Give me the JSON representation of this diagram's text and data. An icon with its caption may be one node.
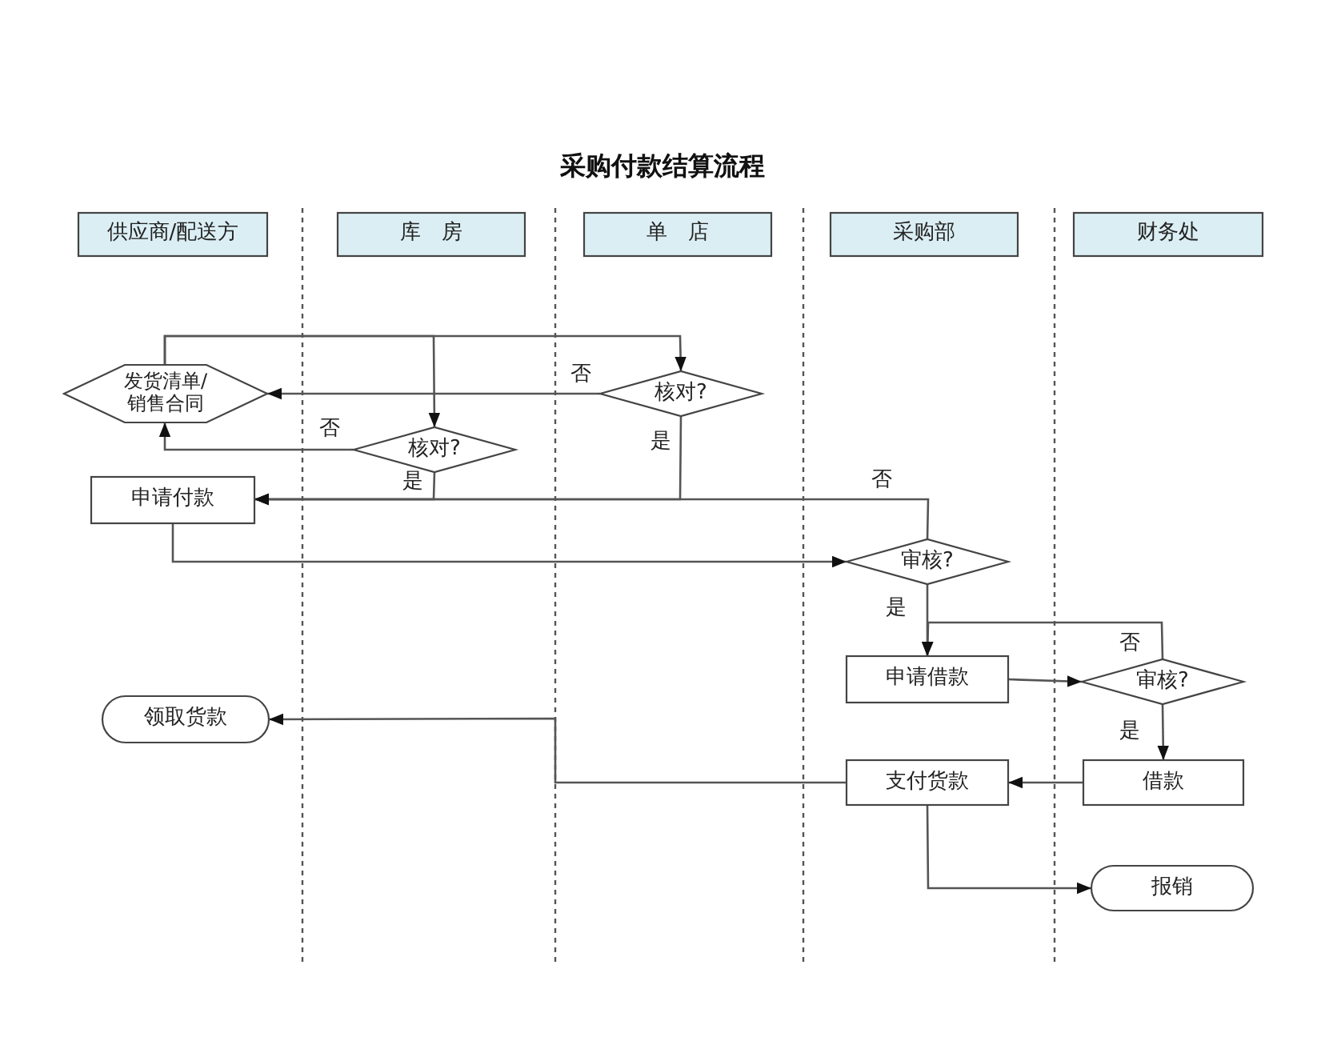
{
  "diagram": {
    "title": "采购付款结算流程",
    "nodes": [
      {
        "text": [
          "供应商/配送方"
        ]
      },
      {
        "text": [
          "库　房"
        ]
      },
      {
        "text": [
          "单　店"
        ]
      },
      {
        "text": [
          "采购部"
        ]
      },
      {
        "text": [
          "财务处"
        ]
      },
      {
        "text": [
          "发货清单/销售合同"
        ]
      },
      {
        "text": [
          "核对?"
        ]
      },
      {
        "text": [
          "核对?"
        ]
      },
      {
        "text": [
          "申请付款"
        ]
      },
      {
        "text": [
          "审核?"
        ]
      },
      {
        "text": [
          "申请借款"
        ]
      },
      {
        "text": [
          "审核?"
        ]
      },
      {
        "text": [
          "借款"
        ]
      },
      {
        "text": [
          "支付货款"
        ]
      },
      {
        "text": [
          "领取货款"
        ]
      },
      {
        "text": [
          "报销"
        ]
      }
    ],
    "edges": [
      {
        "from": 5,
        "to": 6,
        "arrow": "to"
      },
      {
        "from": 5,
        "to": 7,
        "arrow": "to"
      },
      {
        "from": 7,
        "to": 5,
        "arrow": "to",
        "label": "否"
      },
      {
        "from": 6,
        "to": 5,
        "arrow": "to",
        "label": "否"
      },
      {
        "from": 6,
        "to": 8,
        "arrow": "to",
        "label": "是"
      },
      {
        "from": 7,
        "to": 8,
        "arrow": "to",
        "label": "是"
      },
      {
        "from": 9,
        "to": 8,
        "arrow": "to",
        "label": "否"
      },
      {
        "from": 8,
        "to": 9,
        "arrow": "to"
      },
      {
        "from": 9,
        "to": 10,
        "arrow": "to",
        "label": "是"
      },
      {
        "from": 11,
        "to": 10,
        "arrow": "to",
        "label": "否"
      },
      {
        "from": 10,
        "to": 11,
        "arrow": "to"
      },
      {
        "from": 11,
        "to": 12,
        "arrow": "to",
        "label": "是"
      },
      {
        "from": 12,
        "to": 13,
        "arrow": "to"
      },
      {
        "from": 13,
        "to": 14,
        "arrow": "to"
      },
      {
        "from": 13,
        "to": 15,
        "arrow": "to"
      }
    ]
  }
}
